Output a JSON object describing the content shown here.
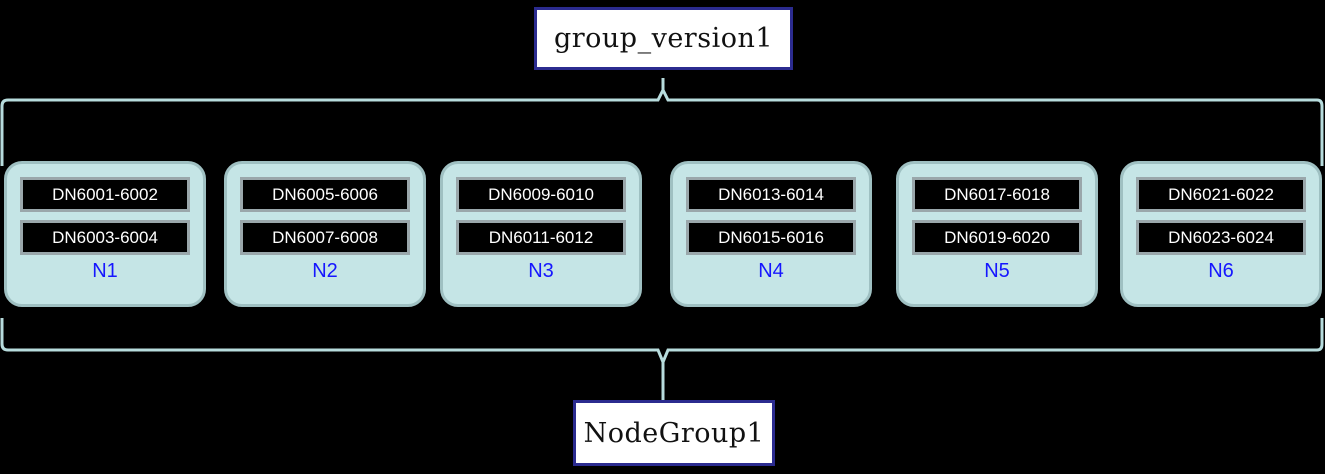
{
  "diagram": {
    "title_top": "group_version1",
    "title_bottom": "NodeGroup1",
    "colors": {
      "background": "#000000",
      "box_border": "#2b2b8f",
      "box_fill": "#ffffff",
      "node_fill": "#c5e5e6",
      "node_border": "#9fc0c2",
      "dn_fill": "#000000",
      "dn_border": "#9aa7ab",
      "dn_text": "#ffffff",
      "node_label": "#1616ff",
      "connector": "#b7dcdd"
    },
    "nodes": [
      {
        "label": "N1",
        "dns": [
          "DN6001-6002",
          "DN6003-6004"
        ]
      },
      {
        "label": "N2",
        "dns": [
          "DN6005-6006",
          "DN6007-6008"
        ]
      },
      {
        "label": "N3",
        "dns": [
          "DN6009-6010",
          "DN6011-6012"
        ]
      },
      {
        "label": "N4",
        "dns": [
          "DN6013-6014",
          "DN6015-6016"
        ]
      },
      {
        "label": "N5",
        "dns": [
          "DN6017-6018",
          "DN6019-6020"
        ]
      },
      {
        "label": "N6",
        "dns": [
          "DN6021-6022",
          "DN6023-6024"
        ]
      }
    ]
  }
}
